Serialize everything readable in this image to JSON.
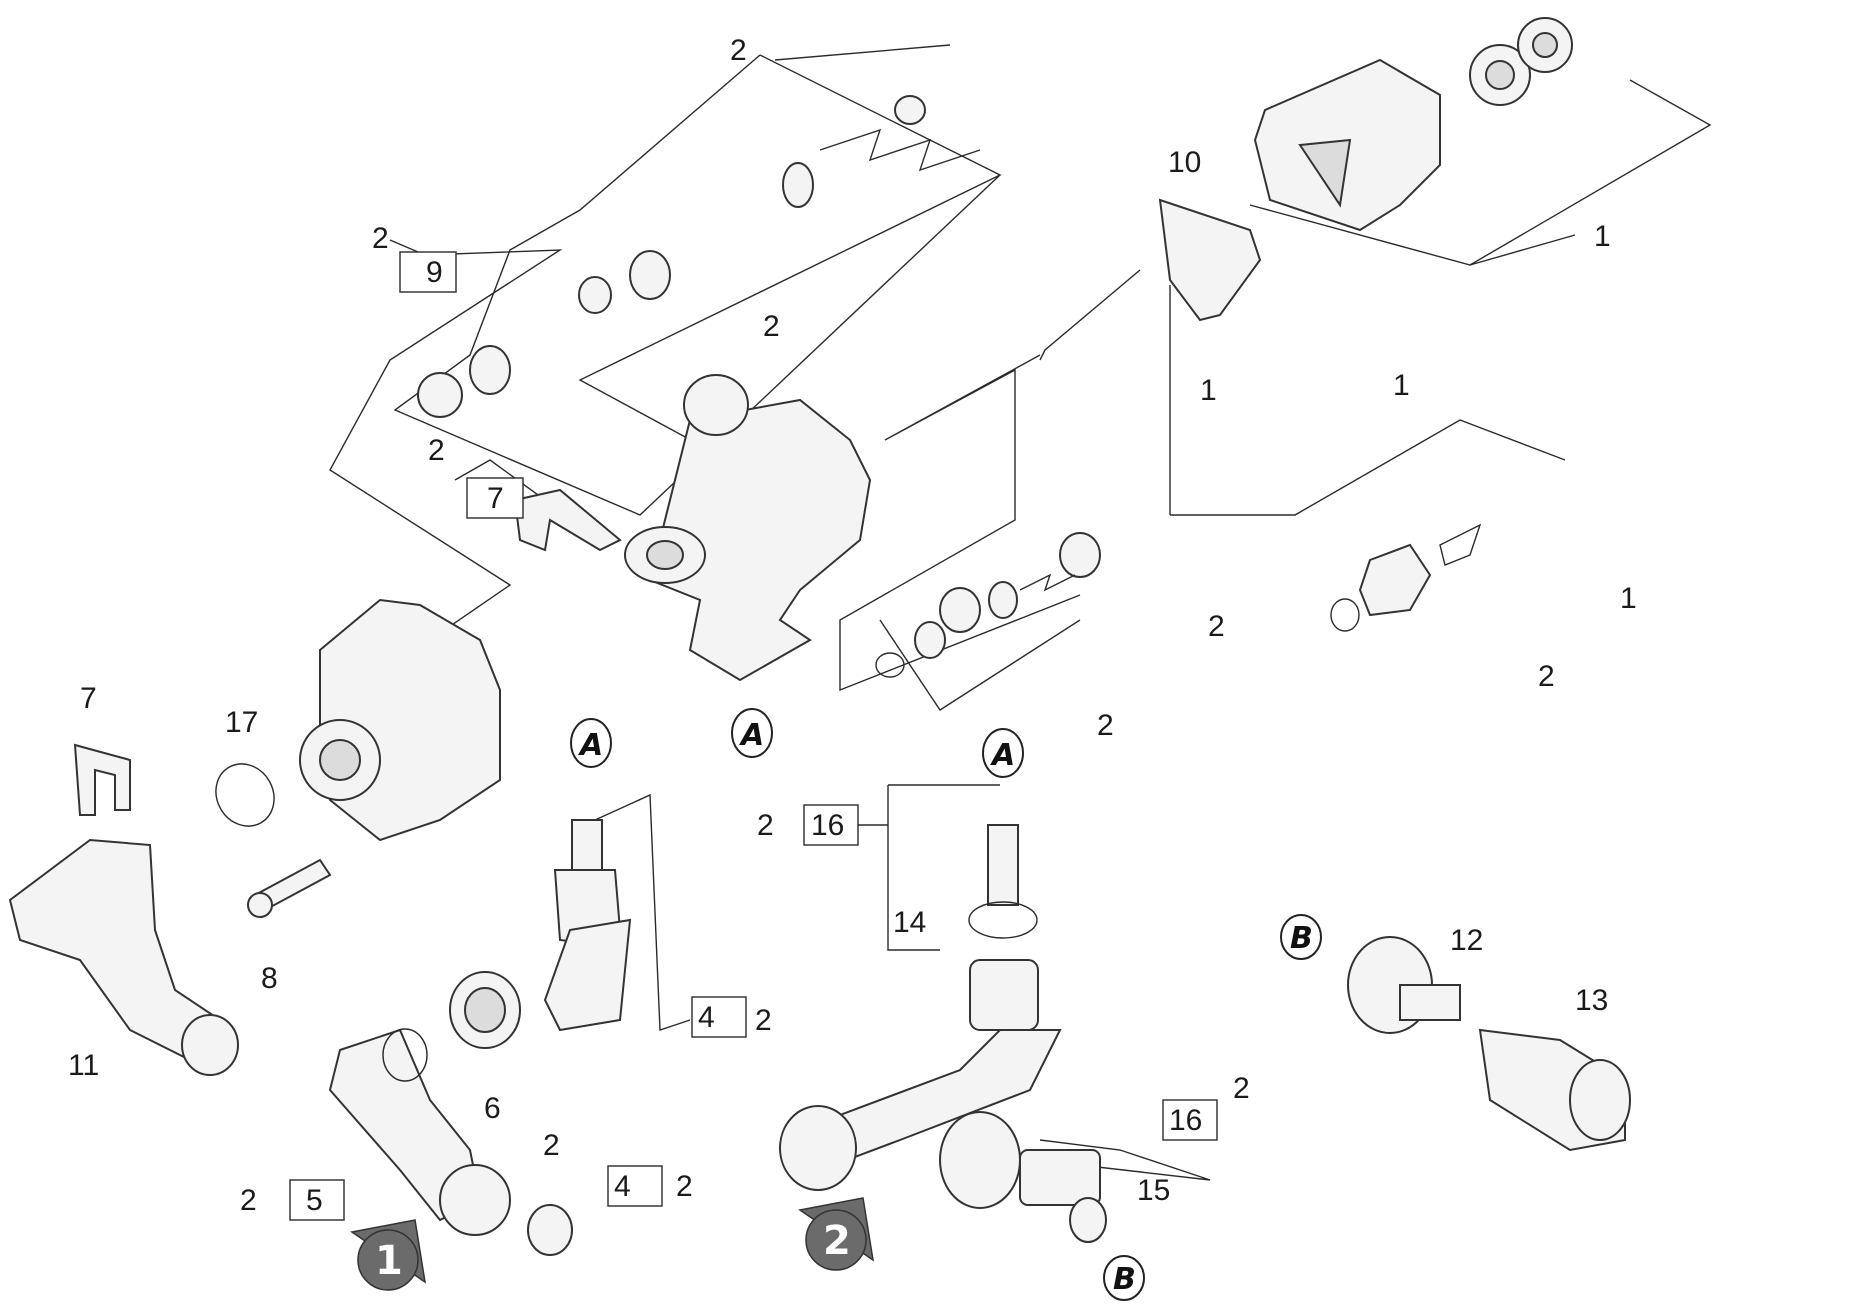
{
  "callouts": {
    "c1": "1",
    "c2": "2",
    "c4": "4",
    "c5": "5",
    "c6": "6",
    "c7": "7",
    "c8": "8",
    "c9": "9",
    "c10": "10",
    "c11": "11",
    "c12": "12",
    "c13": "13",
    "c14": "14",
    "c15": "15",
    "c16": "16",
    "c17": "17"
  },
  "markers": {
    "a": "A",
    "b": "B"
  },
  "steps": {
    "one": "1",
    "two": "2"
  }
}
